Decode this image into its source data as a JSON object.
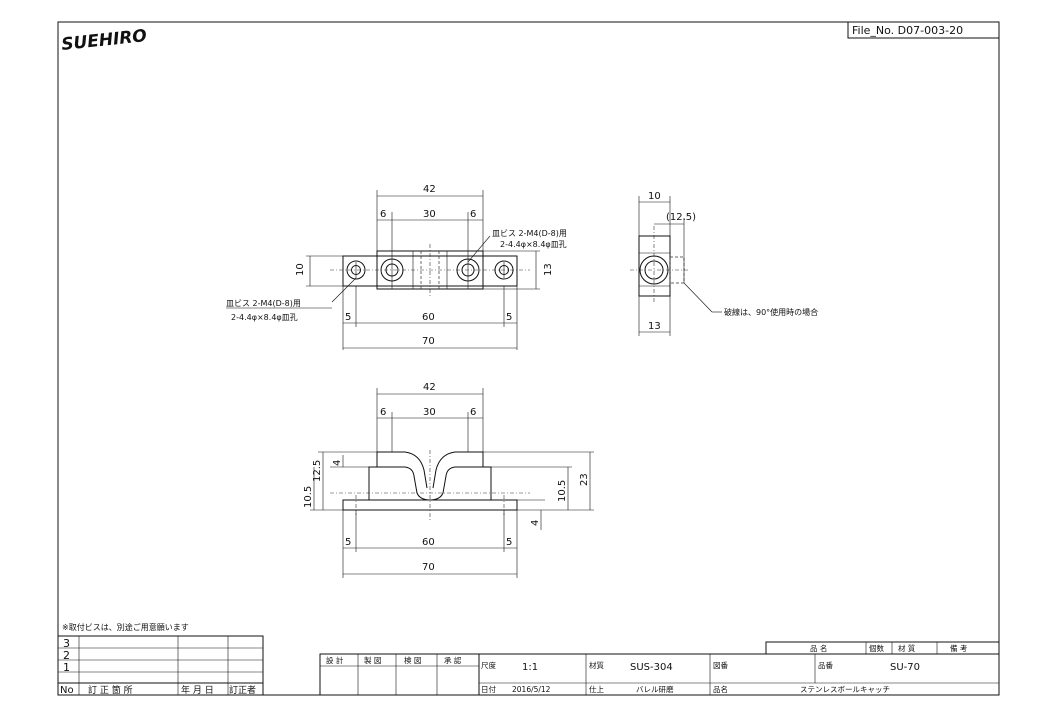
{
  "logo": "SUEHIRO",
  "file_no": "File_No.  D07-003-20",
  "note_bottom": "※取付ビスは、別途ご用意願います",
  "callouts": {
    "top_right_1": "皿ビス 2-M4(D-8)用",
    "top_right_2": "2-4.4φ×8.4φ皿孔",
    "top_left_1": "皿ビス 2-M4(D-8)用",
    "top_left_2": "2-4.4φ×8.4φ皿孔",
    "side_note": "破線は、90°使用時の場合"
  },
  "dims_top": {
    "d42": "42",
    "d30": "30",
    "d6a": "6",
    "d6b": "6",
    "d10": "10",
    "d13": "13",
    "d5a": "5",
    "d60": "60",
    "d5b": "5",
    "d70": "70"
  },
  "dims_side": {
    "d10": "10",
    "d125": "(12.5)",
    "d13": "13"
  },
  "dims_front": {
    "d42": "42",
    "d30": "30",
    "d6a": "6",
    "d6b": "6",
    "d4a": "4",
    "d125": "12.5",
    "d105a": "10.5",
    "d23": "23",
    "d105b": "10.5",
    "d4b": "4",
    "d5a": "5",
    "d60": "60",
    "d5b": "5",
    "d70": "70"
  },
  "revision": {
    "rows": [
      "3",
      "2",
      "1"
    ],
    "headers": [
      "No",
      "訂 正 箇 所",
      "年 月 日",
      "訂正者"
    ]
  },
  "approvals": [
    "設 計",
    "製 図",
    "検 図",
    "承 認"
  ],
  "title_block": {
    "scale_label": "尺度",
    "scale": "1:1",
    "date_label": "日付",
    "date": "2016/5/12",
    "material_label": "材質",
    "material": "SUS-304",
    "finish_label": "仕上",
    "finish": "バレル研磨",
    "drawing_no_label": "図番",
    "drawing_no": "",
    "part_no_label": "品番",
    "part_no": "SU-70",
    "name_label": "品名",
    "name": "ステンレスボールキャッチ"
  },
  "parts_header": [
    "品 名",
    "個数",
    "材 質",
    "備 考"
  ]
}
